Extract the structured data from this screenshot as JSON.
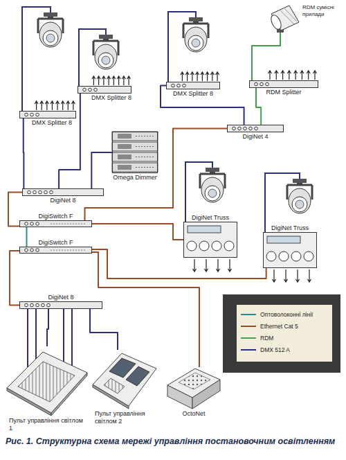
{
  "diagram": {
    "caption": "Рис. 1. Структурна схема мережі управління постановочним освітленням",
    "nodes": [
      {
        "text": [
          "DMX Splitter 8"
        ]
      },
      {
        "text": [
          "DMX Splitter 8"
        ]
      },
      {
        "text": [
          "RDM Splitter"
        ]
      },
      {
        "text": [
          "DMX Splitter 8"
        ]
      },
      {
        "text": [
          "DigiNet 4"
        ]
      },
      {
        "text": [
          "Omega Dimmer"
        ]
      },
      {
        "text": [
          "DigiNet 8"
        ]
      },
      {
        "text": [
          "DigiSwitch F"
        ]
      },
      {
        "text": [
          "DigiNet Truss"
        ]
      },
      {
        "text": [
          "DigiNet Truss"
        ]
      },
      {
        "text": [
          "DigiSwitch F"
        ]
      },
      {
        "text": [
          "DigiNet 8"
        ]
      },
      {
        "text": [
          "Пульт управління світлом 1"
        ]
      },
      {
        "text": [
          "Пульт управління світлом 2"
        ]
      },
      {
        "text": [
          "OctoNet"
        ]
      }
    ],
    "edges": [
      {
        "from": 12,
        "to": 11,
        "arrow": "none"
      },
      {
        "from": 13,
        "to": 11,
        "arrow": "none"
      },
      {
        "from": 11,
        "to": 10,
        "arrow": "none"
      },
      {
        "from": 10,
        "to": 7,
        "arrow": "none"
      },
      {
        "from": 7,
        "to": 6,
        "arrow": "none"
      },
      {
        "from": 7,
        "to": 8,
        "arrow": "none"
      },
      {
        "from": 7,
        "to": 4,
        "arrow": "none"
      },
      {
        "from": 10,
        "to": 9,
        "arrow": "none"
      },
      {
        "from": 10,
        "to": 14,
        "arrow": "none"
      },
      {
        "from": 6,
        "to": 3,
        "arrow": "none"
      },
      {
        "from": 6,
        "to": 0,
        "arrow": "none"
      },
      {
        "from": 6,
        "to": 5,
        "arrow": "none"
      },
      {
        "from": 4,
        "to": 1,
        "arrow": "none"
      },
      {
        "from": 4,
        "to": 2,
        "arrow": "none"
      }
    ],
    "labels": [
      "RDM сумісні прилади"
    ],
    "legend": [
      {
        "text": "Оптоволоконні лінії"
      },
      {
        "text": "Ethernet Cat 5"
      },
      {
        "text": "RDM"
      },
      {
        "text": "DMX 512 A"
      }
    ]
  }
}
